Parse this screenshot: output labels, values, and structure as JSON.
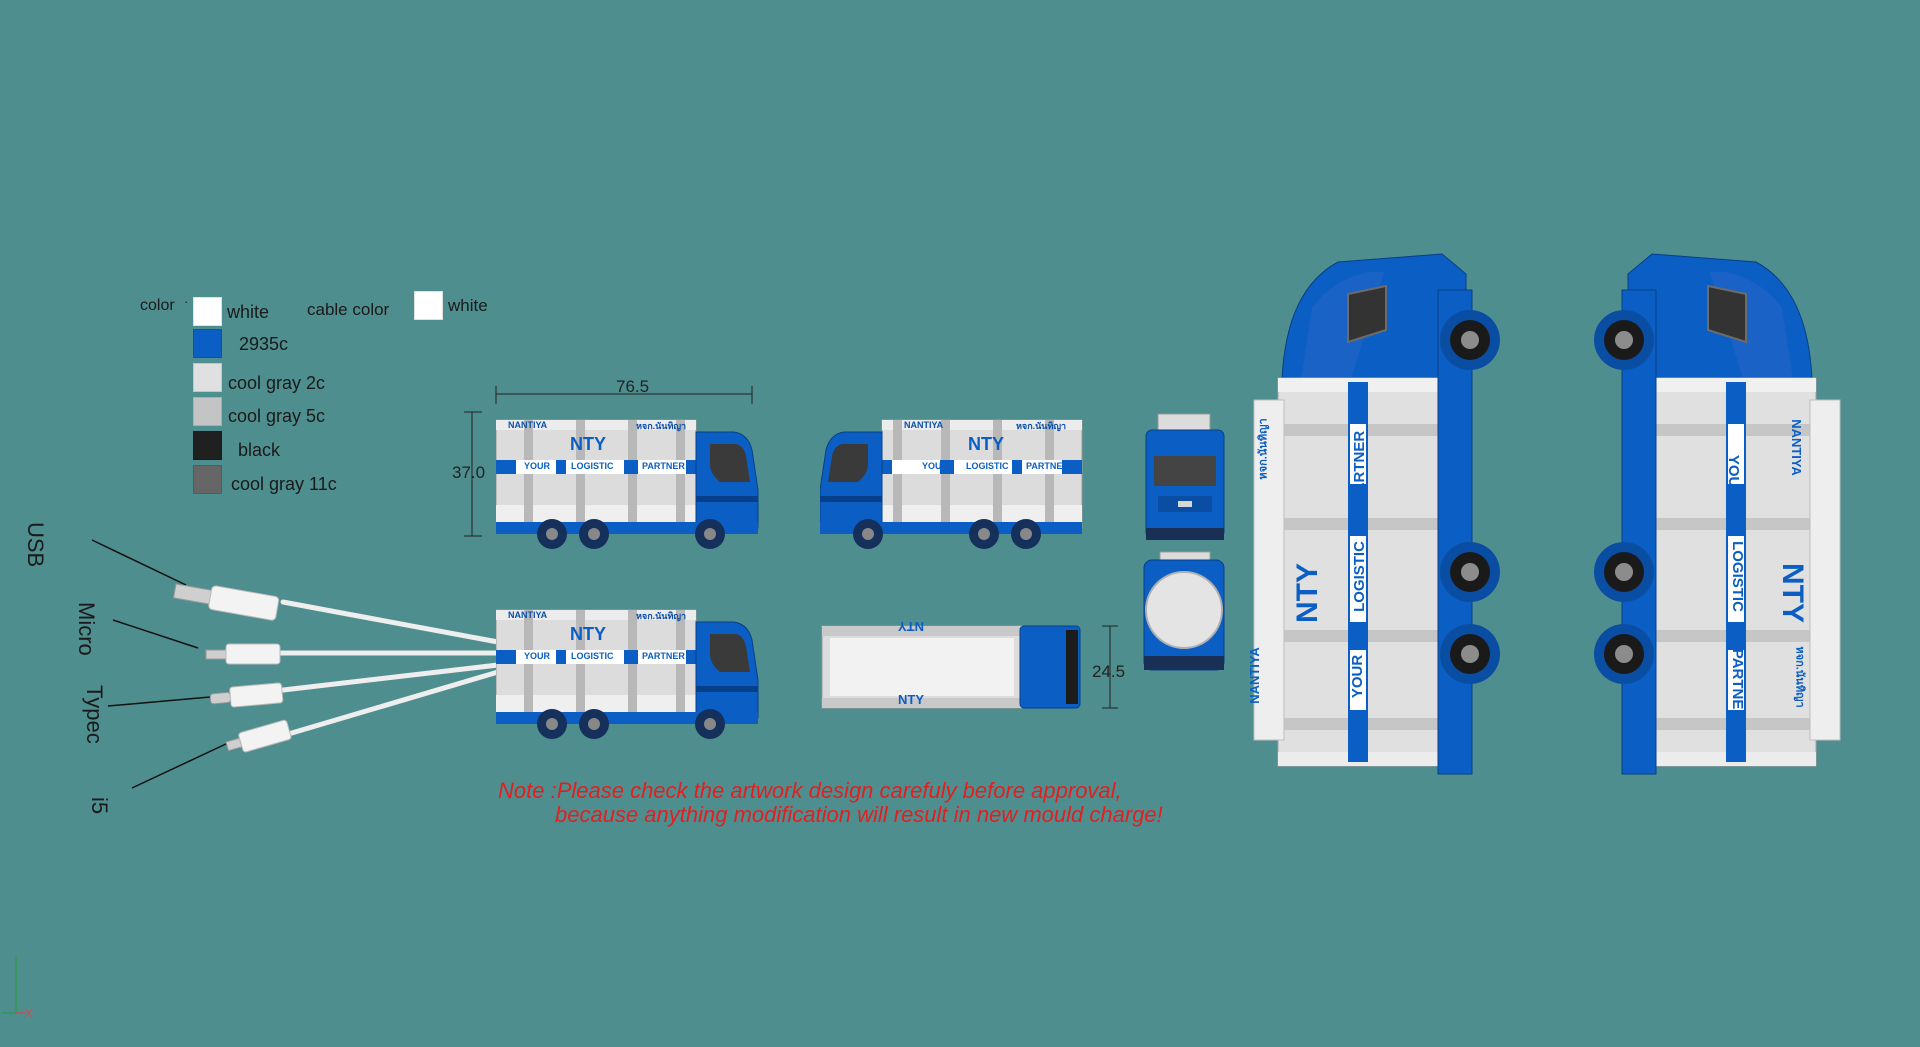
{
  "legend": {
    "color_label": "color",
    "cable_label": "cable color",
    "cable_color": {
      "name": "white",
      "hex": "#ffffff"
    },
    "colors": [
      {
        "name": "white",
        "hex": "#ffffff"
      },
      {
        "name": "2935c",
        "hex": "#0b5fc4"
      },
      {
        "name": "cool gray 2c",
        "hex": "#e0e0e0"
      },
      {
        "name": "cool gray 5c",
        "hex": "#c4c4c4"
      },
      {
        "name": "black",
        "hex": "#202020"
      },
      {
        "name": "cool gray 11c",
        "hex": "#666666"
      }
    ]
  },
  "dimensions": {
    "length": "76.5",
    "height": "37.0",
    "width": "24.5"
  },
  "connectors": [
    "USB",
    "Micro",
    "Typec",
    "i5"
  ],
  "truck_text": {
    "brand": "NANTIYA",
    "thai": "หจก.นันทิญา",
    "logo": "NTY",
    "w1": "YOUR",
    "w2": "LOGISTIC",
    "w3": "PARTNER"
  },
  "note": {
    "line1": "Note :Please check the artwork design carefuly before approval,",
    "line2": "because anything modification will result in new mould charge!"
  },
  "axis": {
    "x": "X"
  }
}
